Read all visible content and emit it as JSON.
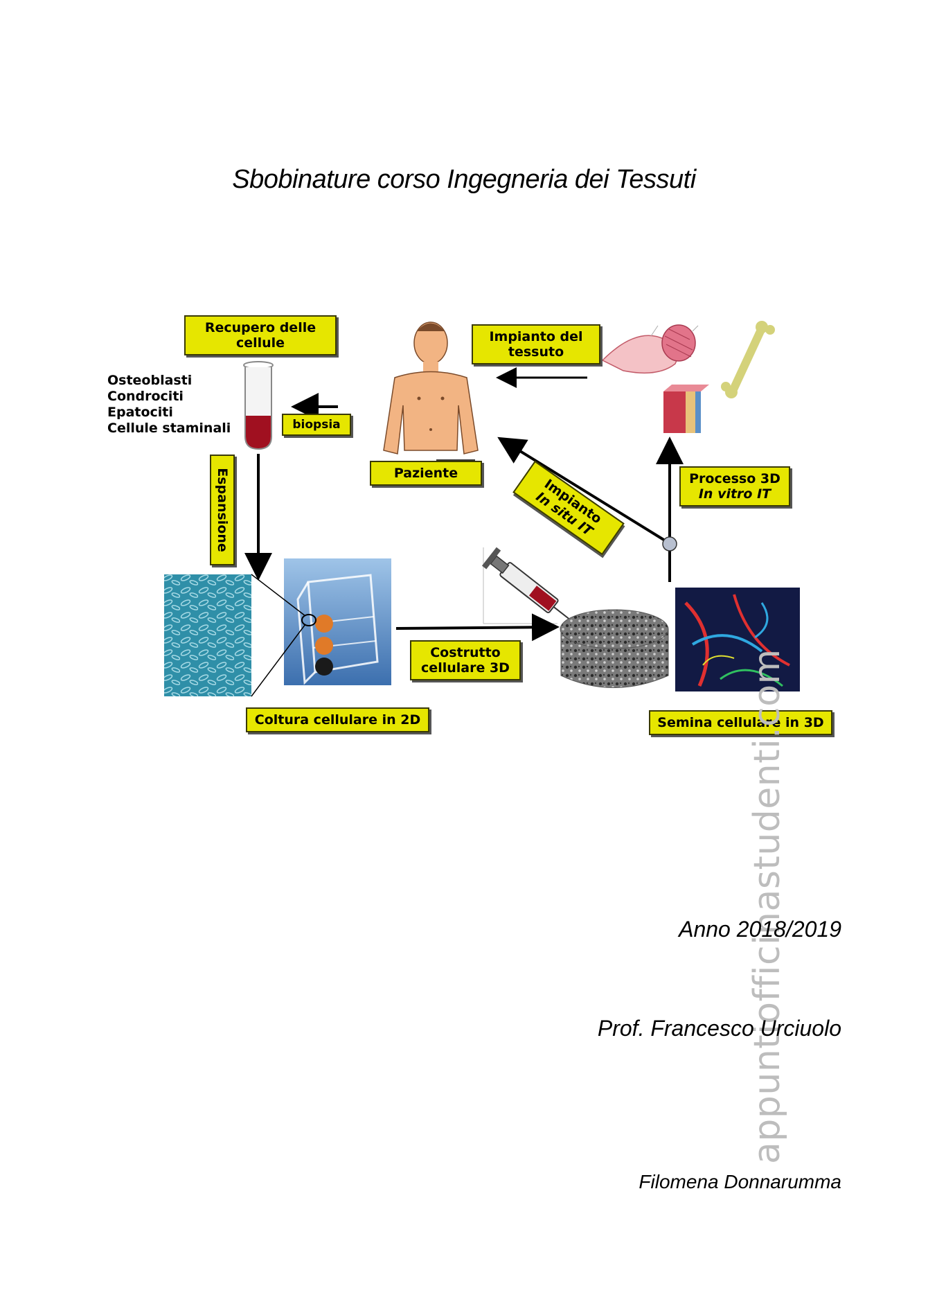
{
  "document": {
    "title": "Sbobinature corso Ingegneria dei Tessuti",
    "year": "Anno 2018/2019",
    "professor": "Prof. Francesco Urciuolo",
    "author": "Filomena Donnarumma",
    "watermark": "appuntiofficinastudenti.com"
  },
  "diagram": {
    "labels": {
      "recupero_line1": "Recupero delle",
      "recupero_line2": "cellule",
      "biopsia": "biopsia",
      "espansione": "Espansione",
      "paziente": "Paziente",
      "impianto_tessuto_line1": "Impianto del",
      "impianto_tessuto_line2": "tessuto",
      "impianto_situ_line1": "Impianto",
      "impianto_situ_line2": "In situ IT",
      "processo_line1": "Processo 3D",
      "processo_line2": "In vitro IT",
      "costrutto_line1": "Costrutto",
      "costrutto_line2": "cellulare 3D",
      "coltura": "Coltura cellulare in 2D",
      "semina": "Semina cellulare in 3D"
    },
    "cell_types": [
      "Osteoblasti",
      "Condrociti",
      "Epatociti",
      "Cellule staminali"
    ],
    "colors": {
      "label_fill": "#e6e600",
      "blood": "#a01020",
      "culture": "#2f8fa8",
      "scaffold": "#6a6a6a"
    }
  }
}
